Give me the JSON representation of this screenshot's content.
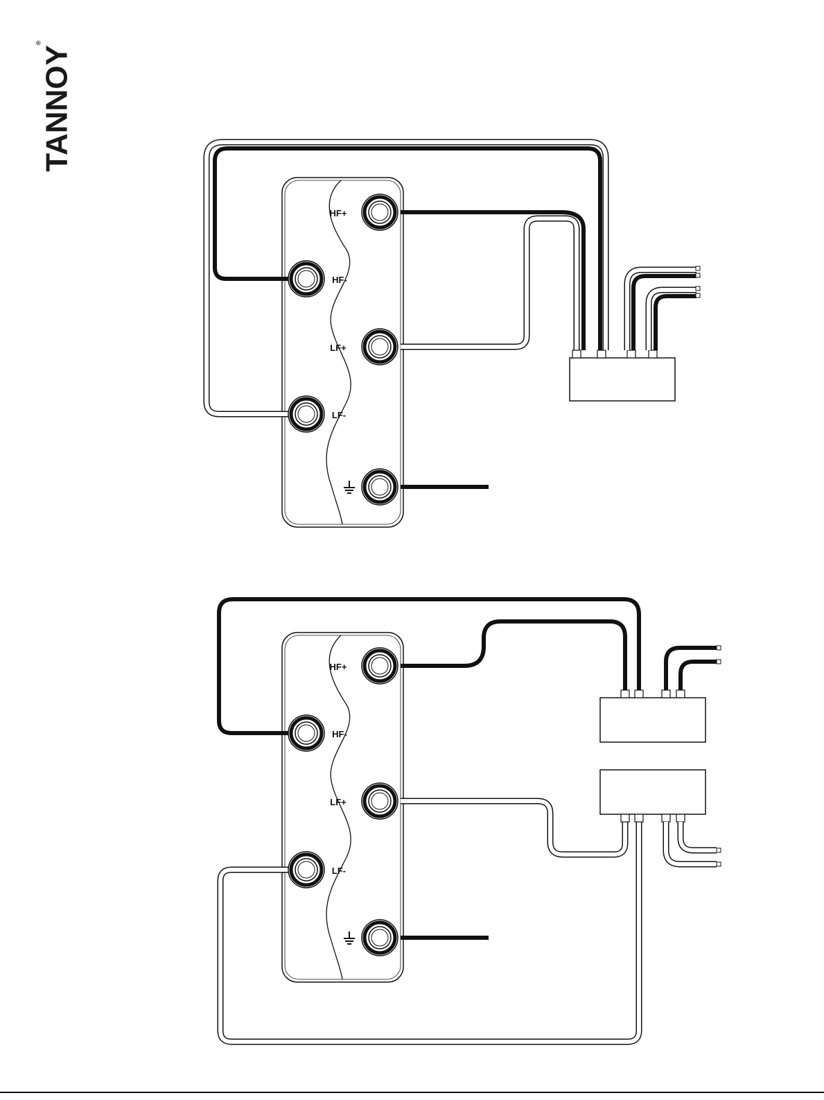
{
  "brand": {
    "name": "TANNOY",
    "mark": "®"
  },
  "diagrams": [
    {
      "id": "top",
      "terminals": [
        {
          "label": "HF+"
        },
        {
          "label": "HF-"
        },
        {
          "label": "LF+"
        },
        {
          "label": "LF-"
        },
        {
          "label": "ground",
          "icon": "ground-icon"
        }
      ]
    },
    {
      "id": "bottom",
      "terminals": [
        {
          "label": "HF+"
        },
        {
          "label": "HF-"
        },
        {
          "label": "LF+"
        },
        {
          "label": "LF-"
        },
        {
          "label": "ground",
          "icon": "ground-icon"
        }
      ]
    }
  ],
  "colors": {
    "ink": "#1a1a1a",
    "paper": "#ffffff",
    "wire_dark": "#1a1a1a",
    "wire_light": "#ffffff"
  }
}
